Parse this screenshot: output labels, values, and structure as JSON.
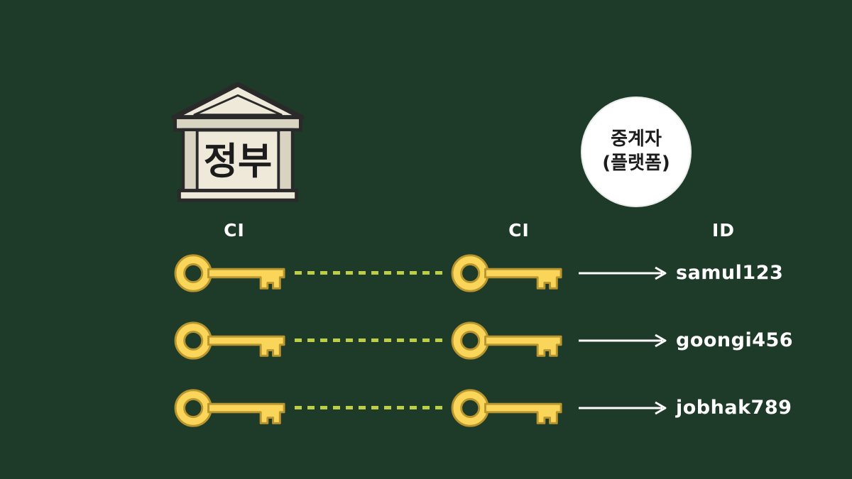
{
  "government": {
    "label": "정부"
  },
  "intermediary": {
    "line1": "중계자",
    "line2": "(플랫폼)"
  },
  "columns": {
    "left_header": "CI",
    "middle_header": "CI",
    "right_header": "ID"
  },
  "rows": [
    {
      "id": "samul123"
    },
    {
      "id": "goongi456"
    },
    {
      "id": "jobhak789"
    }
  ],
  "colors": {
    "bg": "#1e3a28",
    "key_fill": "#f9d65a",
    "key_stroke": "#b9952e",
    "dash": "#becf45",
    "arrow": "#ffffff",
    "building_fill": "#efe9da",
    "building_shade": "#d9d3c2",
    "outline": "#2a2a2a",
    "circle_bg": "#ffffff",
    "text_light": "#ffffff",
    "text_dark": "#1c1c1c"
  }
}
